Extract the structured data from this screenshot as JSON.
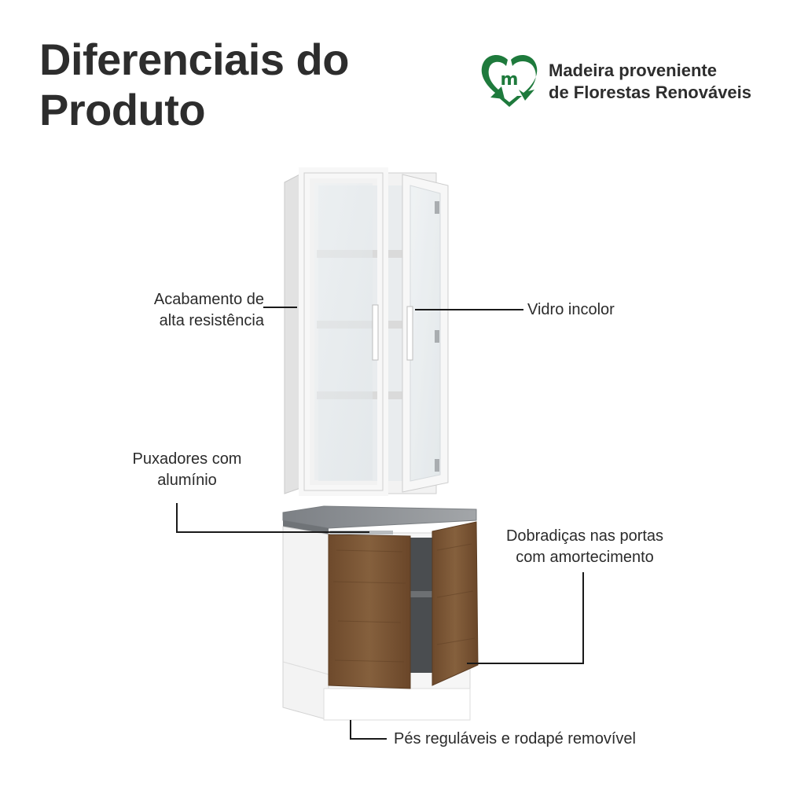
{
  "title": {
    "line1": "Diferenciais do",
    "line2": "Produto"
  },
  "eco_badge": {
    "logo_letter": "m",
    "icon": "recycle-heart-icon",
    "line1": "Madeira proveniente",
    "line2": "de Florestas Renováveis",
    "color": "#1e7a3c"
  },
  "callouts": {
    "finish": {
      "line1": "Acabamento de",
      "line2": "alta resistência"
    },
    "glass": {
      "line1": "Vidro incolor"
    },
    "handles": {
      "line1": "Puxadores com",
      "line2": "alumínio"
    },
    "hinges": {
      "line1": "Dobradiças nas portas",
      "line2": "com amortecimento"
    },
    "feet": {
      "line1": "Pés reguláveis e rodapé removível"
    }
  },
  "colors": {
    "text": "#2b2b2b",
    "leader_line": "#1a1a1a",
    "cabinet_white": "#f4f4f4",
    "wood": "#7a5535",
    "countertop": "#8e9296"
  }
}
